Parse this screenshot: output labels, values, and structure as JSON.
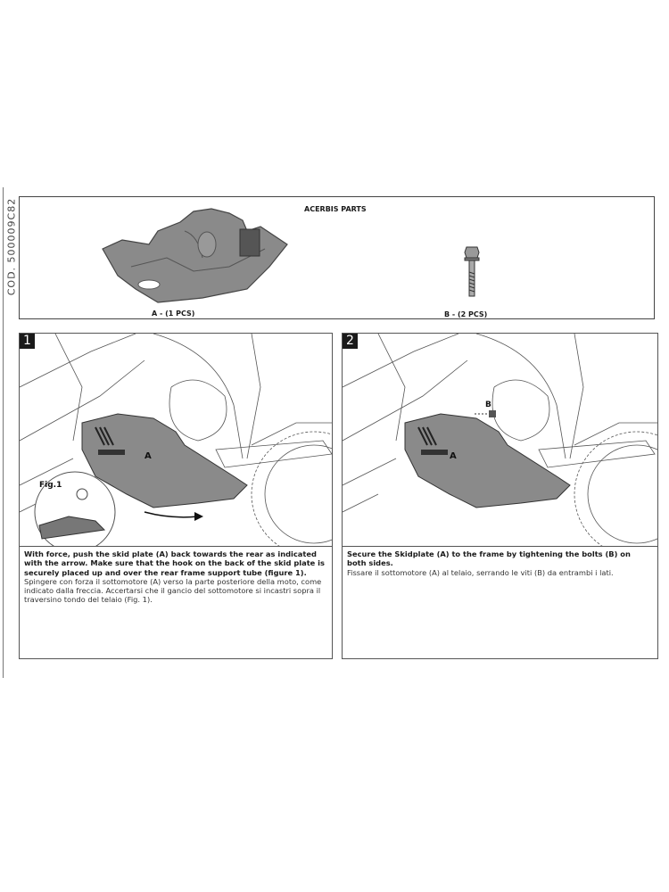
{
  "document_code": "COD. 500009C82",
  "parts": {
    "title": "ACERBIS PARTS",
    "items": [
      {
        "label": "A - (1 PCS)"
      },
      {
        "label": "B - (2 PCS)"
      }
    ]
  },
  "steps": [
    {
      "number": "1",
      "part_label": "A",
      "figure_label": "Fig.1",
      "text_en": "With force, push the skid plate (A) back towards the rear as indicated with the arrow. Make sure that the hook on the back of the skid plate is securely placed up and over the rear frame support tube (figure 1).",
      "text_it": "Spingere con forza il sottomotore (A) verso la parte posteriore della moto, come indicato dalla freccia. Accertarsi che il gancio del sottomotore si incastri sopra il traversino tondo del telaio (Fig. 1)."
    },
    {
      "number": "2",
      "part_label": "A",
      "bolt_label": "B",
      "text_en": "Secure the Skidplate (A) to the frame by tightening the bolts (B) on both sides.",
      "text_it": "Fissare il sottomotore (A) al telaio, serrando le viti (B) da entrambi i lati."
    }
  ]
}
